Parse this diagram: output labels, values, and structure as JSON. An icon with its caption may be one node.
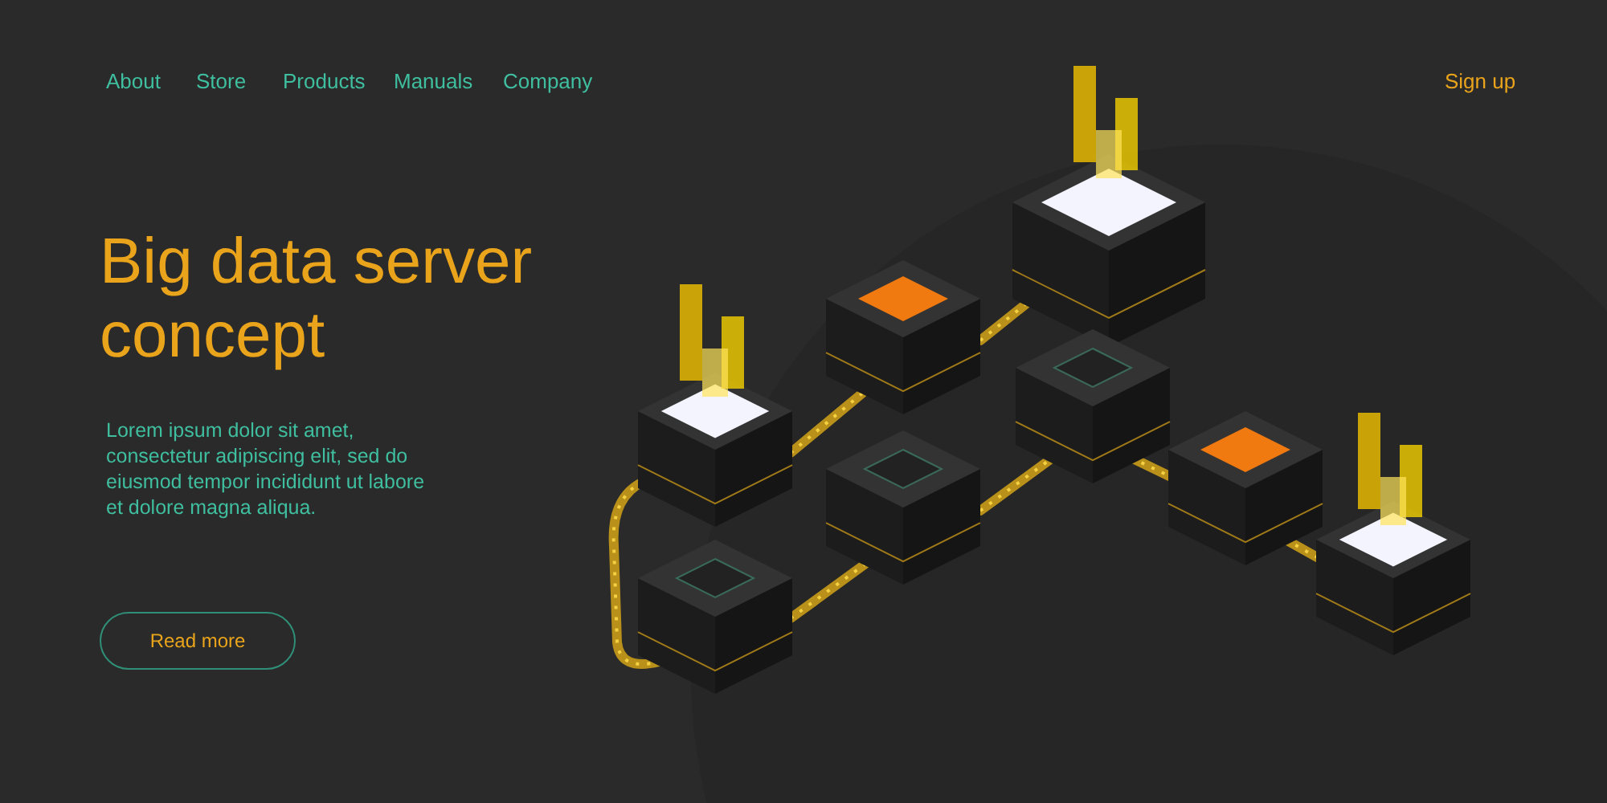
{
  "diagram": {
    "title": "Big data server concept",
    "nodes": [
      {
        "text": [
          "Read more"
        ]
      }
    ],
    "labels": [
      "About",
      "Store",
      "Products",
      "Manuals",
      "Company",
      "Sign up",
      "Lorem ipsum dolor sit amet, consectetur adipiscing elit, sed do eiusmod tempor incididunt ut labore et dolore magna aliqua."
    ]
  }
}
